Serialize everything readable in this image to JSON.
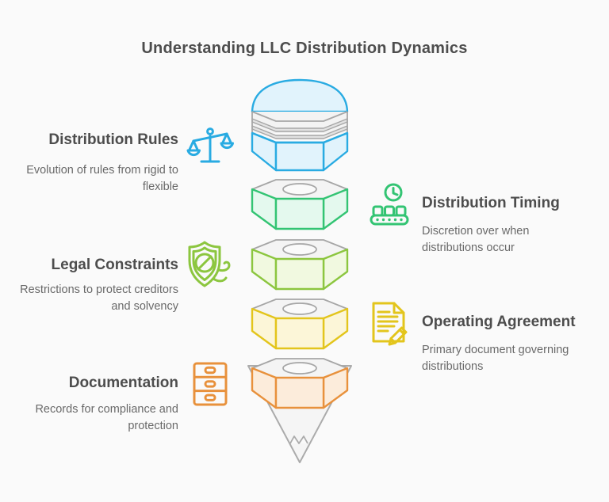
{
  "title": "Understanding LLC Distribution Dynamics",
  "colors": {
    "bg": "#fafafa",
    "heading": "#4d4d4d",
    "body-text": "#696969",
    "gray": "#a6a6a6",
    "gray-fill": "#f4f4f4",
    "blue": "#29abe2",
    "blue-fill": "#e1f3fc",
    "green": "#33c473",
    "green-fill": "#e4f9ee",
    "lime": "#8cc63f",
    "lime-fill": "#f1f9e0",
    "yellow": "#e3c51c",
    "yellow-fill": "#fcf6d8",
    "orange": "#e8913c",
    "orange-fill": "#fcecdb"
  },
  "sections": [
    {
      "id": "distribution-rules",
      "side": "left",
      "icon": "scales-icon",
      "accent": "blue",
      "title": "Distribution Rules",
      "description": "Evolution of rules from rigid to flexible"
    },
    {
      "id": "distribution-timing",
      "side": "right",
      "icon": "clock-conveyor-icon",
      "accent": "green",
      "title": "Distribution Timing",
      "description": "Discretion over when distributions occur"
    },
    {
      "id": "legal-constraints",
      "side": "left",
      "icon": "shield-icon",
      "accent": "lime",
      "title": "Legal Constraints",
      "description": "Restrictions to protect creditors and solvency"
    },
    {
      "id": "operating-agreement",
      "side": "right",
      "icon": "document-pencil-icon",
      "accent": "yellow",
      "title": "Operating Agreement",
      "description": "Primary document governing distributions"
    },
    {
      "id": "documentation",
      "side": "left",
      "icon": "file-cabinet-icon",
      "accent": "orange",
      "title": "Documentation",
      "description": "Records for compliance and protection"
    }
  ],
  "funnel": {
    "layers": [
      {
        "id": "pencil-cap",
        "accent": "blue"
      },
      {
        "id": "nut-1",
        "accent": "green"
      },
      {
        "id": "nut-2",
        "accent": "lime"
      },
      {
        "id": "nut-3",
        "accent": "yellow"
      },
      {
        "id": "nut-4",
        "accent": "orange"
      },
      {
        "id": "pencil-tip",
        "accent": "gray"
      }
    ]
  }
}
